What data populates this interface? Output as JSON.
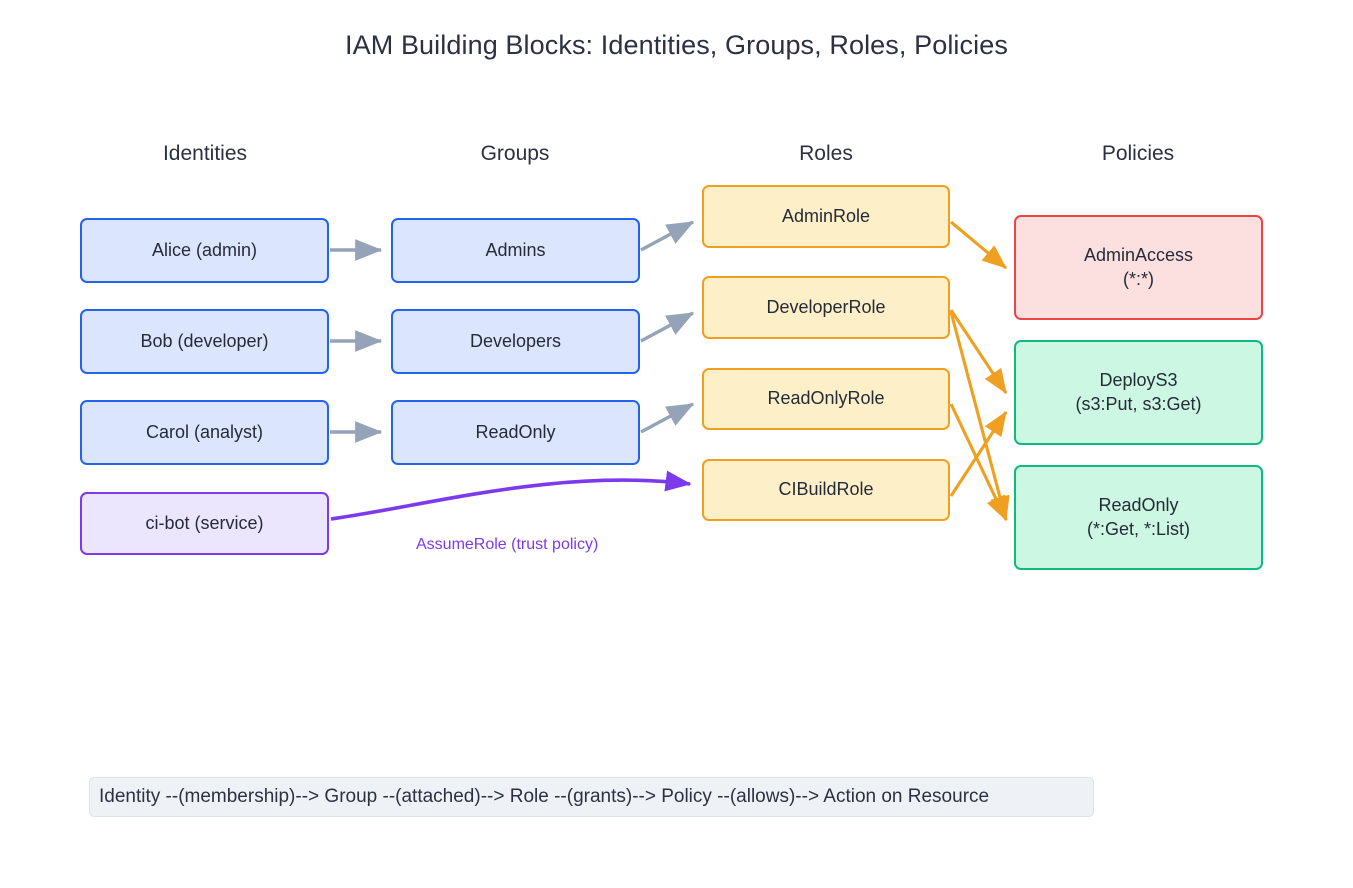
{
  "title": "IAM Building Blocks: Identities, Groups, Roles, Policies",
  "columns": {
    "identities": "Identities",
    "groups": "Groups",
    "roles": "Roles",
    "policies": "Policies"
  },
  "identities": [
    {
      "id": "alice",
      "label": "Alice (admin)",
      "kind": "user"
    },
    {
      "id": "bob",
      "label": "Bob (developer)",
      "kind": "user"
    },
    {
      "id": "carol",
      "label": "Carol (analyst)",
      "kind": "user"
    },
    {
      "id": "cibot",
      "label": "ci-bot (service)",
      "kind": "service"
    }
  ],
  "groups": [
    {
      "id": "admins",
      "label": "Admins"
    },
    {
      "id": "developers",
      "label": "Developers"
    },
    {
      "id": "readonly",
      "label": "ReadOnly"
    }
  ],
  "roles": [
    {
      "id": "adminrole",
      "label": "AdminRole"
    },
    {
      "id": "developerrole",
      "label": "DeveloperRole"
    },
    {
      "id": "readonlyrole",
      "label": "ReadOnlyRole"
    },
    {
      "id": "cibuildrole",
      "label": "CIBuildRole"
    }
  ],
  "policies": [
    {
      "id": "adminaccess",
      "name": "AdminAccess",
      "actions": "(*:*)",
      "severity": "danger"
    },
    {
      "id": "deploys3",
      "name": "DeployS3",
      "actions": "(s3:Put, s3:Get)",
      "severity": "ok"
    },
    {
      "id": "readonlypolicy",
      "name": "ReadOnly",
      "actions": "(*:Get, *:List)",
      "severity": "ok"
    }
  ],
  "edges": {
    "assume_role_label": "AssumeRole (trust policy)"
  },
  "legend": {
    "flow": "Identity --(membership)--> Group --(attached)--> Role --(grants)--> Policy --(allows)--> Action on Resource"
  },
  "colors": {
    "identity_border": "#2563eb",
    "identity_fill": "#dbe6fe",
    "service_border": "#7c3aed",
    "service_fill": "#ebe6fd",
    "role_border": "#f0a020",
    "role_fill": "#fdf0c8",
    "policy_danger_border": "#ef4444",
    "policy_danger_fill": "#fce0e0",
    "policy_ok_border": "#10b981",
    "policy_ok_fill": "#ccf7e2",
    "membership_edge": "#94a3b8",
    "grant_edge": "#f0a020",
    "assume_edge": "#7c3aed"
  }
}
